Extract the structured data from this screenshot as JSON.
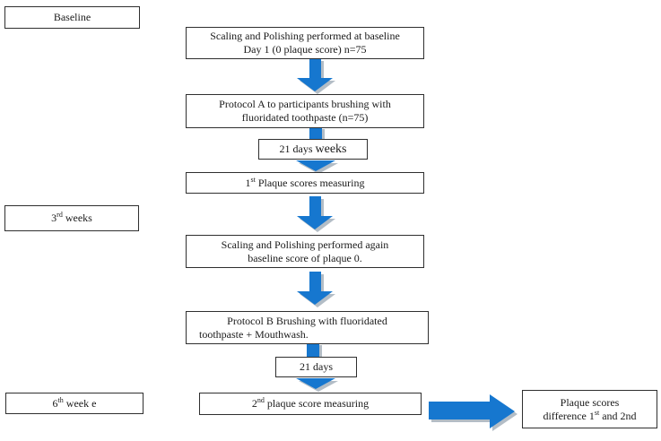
{
  "timeline": {
    "baseline": "Baseline",
    "week3": {
      "num": "3",
      "sup": "rd",
      "rest": " weeks"
    },
    "week6": {
      "num": "6",
      "sup": "th",
      "rest": " week e"
    }
  },
  "flow": {
    "step1": {
      "line1": "Scaling and Polishing performed at baseline",
      "line2": "Day 1 (0 plaque score) n=75"
    },
    "step2": {
      "line1": "Protocol A to participants brushing with",
      "line2": "fluoridated toothpaste (n=75)"
    },
    "duration1": {
      "pre": "21 days ",
      "emph": "weeks"
    },
    "step3": {
      "num": "1",
      "sup": "st",
      "rest": " Plaque scores measuring"
    },
    "step4": {
      "line1": "Scaling and Polishing performed again",
      "line2": "baseline score of plaque 0."
    },
    "step5": {
      "line1": "Protocol B Brushing with fluoridated",
      "line2": "toothpaste + Mouthwash."
    },
    "duration2": "21 days",
    "step6": {
      "num": "2",
      "sup": "nd",
      "rest": " plaque score measuring"
    },
    "result": {
      "line1": "Plaque scores",
      "line2_pre": "difference 1",
      "line2_sup": "st",
      "line2_post": " and 2nd"
    }
  },
  "colors": {
    "arrow_blue": "#1677cf",
    "arrow_shadow": "#b3bdc6",
    "box_border": "#2f2f2f",
    "text": "#1a1a1a",
    "background": "#ffffff"
  }
}
